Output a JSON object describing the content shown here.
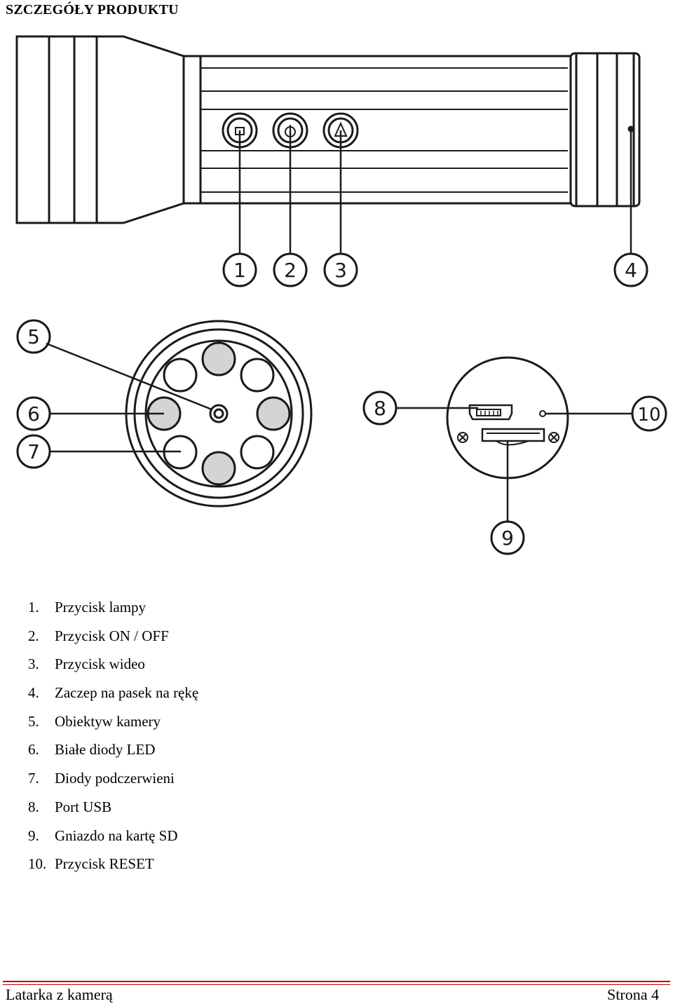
{
  "page": {
    "title": "SZCZEGÓŁY PRODUKTU"
  },
  "callouts": [
    "1",
    "2",
    "3",
    "4",
    "5",
    "6",
    "7",
    "8",
    "9",
    "10"
  ],
  "legend": [
    {
      "num": "1.",
      "text": "Przycisk lampy"
    },
    {
      "num": "2.",
      "text": "Przycisk ON / OFF"
    },
    {
      "num": "3.",
      "text": "Przycisk wideo"
    },
    {
      "num": "4.",
      "text": "Zaczep na pasek na rękę"
    },
    {
      "num": "5.",
      "text": "Obiektyw kamery"
    },
    {
      "num": "6.",
      "text": "Białe diody LED"
    },
    {
      "num": "7.",
      "text": "Diody podczerwieni"
    },
    {
      "num": "8.",
      "text": "Port USB"
    },
    {
      "num": "9.",
      "text": "Gniazdo na kartę SD"
    },
    {
      "num": "10.",
      "text": "Przycisk RESET"
    }
  ],
  "footer": {
    "left": "Latarka z kamerą",
    "right": "Strona 4",
    "rule_color": "#c00000"
  },
  "colors": {
    "led_fill": "#d4d4d4",
    "line": "#1a1a1a"
  }
}
